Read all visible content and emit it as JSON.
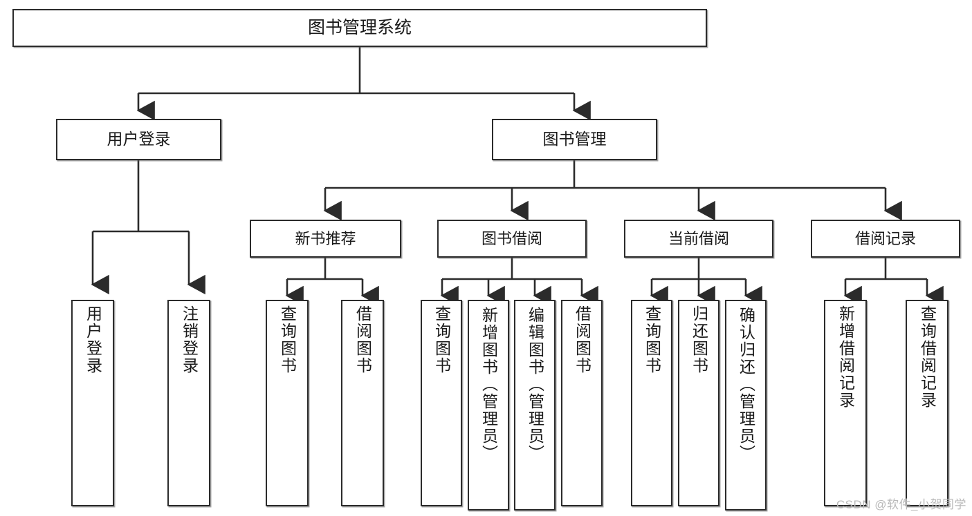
{
  "diagram": {
    "type": "tree-hierarchy",
    "title": "图书管理系统",
    "watermark": "CSDN @软件_小贺同学",
    "nodes": {
      "root": {
        "label": "图书管理系统"
      },
      "level2": [
        {
          "id": "user-login",
          "label": "用户登录"
        },
        {
          "id": "book-manage",
          "label": "图书管理"
        }
      ],
      "level3": [
        {
          "id": "new-book-recommend",
          "label": "新书推荐"
        },
        {
          "id": "book-borrow",
          "label": "图书借阅"
        },
        {
          "id": "current-borrow",
          "label": "当前借阅"
        },
        {
          "id": "borrow-record",
          "label": "借阅记录"
        }
      ],
      "leaves": {
        "user_login": [
          {
            "id": "leaf-user-login",
            "label": "用户登录"
          },
          {
            "id": "leaf-logout-login",
            "label": "注销登录"
          }
        ],
        "new_book_recommend": [
          {
            "id": "leaf-query-book-1",
            "label": "查询图书"
          },
          {
            "id": "leaf-borrow-book-1",
            "label": "借阅图书"
          }
        ],
        "book_borrow": [
          {
            "id": "leaf-query-book-2",
            "label": "查询图书"
          },
          {
            "id": "leaf-add-book",
            "label": "新增图书（管理员）"
          },
          {
            "id": "leaf-edit-book",
            "label": "编辑图书（管理员）"
          },
          {
            "id": "leaf-borrow-book-2",
            "label": "借阅图书"
          }
        ],
        "current_borrow": [
          {
            "id": "leaf-query-book-3",
            "label": "查询图书"
          },
          {
            "id": "leaf-return-book",
            "label": "归还图书"
          },
          {
            "id": "leaf-confirm-return",
            "label": "确认归还（管理员）"
          }
        ],
        "borrow_record": [
          {
            "id": "leaf-add-record",
            "label": "新增借阅记录"
          },
          {
            "id": "leaf-query-record",
            "label": "查询借阅记录"
          }
        ]
      }
    },
    "colors": {
      "border": "#2b2b2b",
      "background": "#ffffff",
      "text": "#1a1a1a",
      "connector": "#2b2b2b",
      "watermark": "#b9b9b9"
    }
  }
}
